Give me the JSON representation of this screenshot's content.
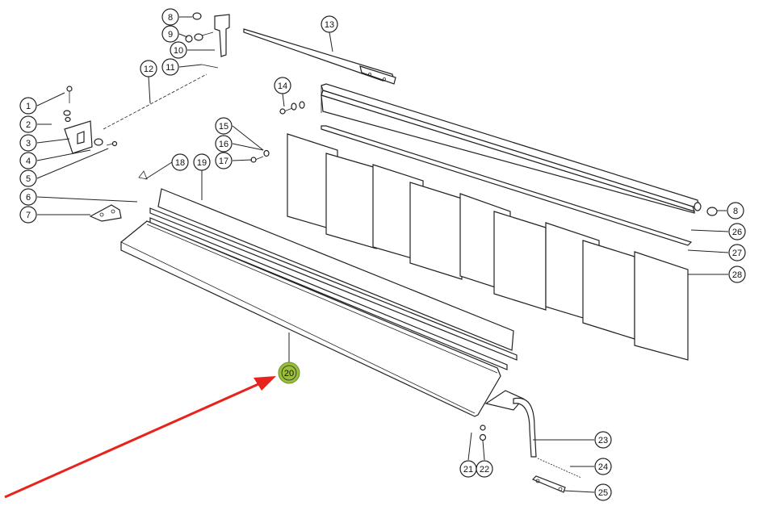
{
  "callouts": [
    {
      "num": "1"
    },
    {
      "num": "2"
    },
    {
      "num": "3"
    },
    {
      "num": "4"
    },
    {
      "num": "5"
    },
    {
      "num": "6"
    },
    {
      "num": "7"
    },
    {
      "num": "8"
    },
    {
      "num": "9"
    },
    {
      "num": "10"
    },
    {
      "num": "11"
    },
    {
      "num": "12"
    },
    {
      "num": "13"
    },
    {
      "num": "14"
    },
    {
      "num": "15"
    },
    {
      "num": "16"
    },
    {
      "num": "17"
    },
    {
      "num": "18"
    },
    {
      "num": "19"
    },
    {
      "num": "20"
    },
    {
      "num": "21"
    },
    {
      "num": "22"
    },
    {
      "num": "23"
    },
    {
      "num": "24"
    },
    {
      "num": "25"
    },
    {
      "num": "26"
    },
    {
      "num": "27"
    },
    {
      "num": "28"
    },
    {
      "num": "8"
    }
  ],
  "highlight": {
    "callout": "20",
    "color": "#9bbf3a",
    "arrow_color": "#e8231e"
  }
}
